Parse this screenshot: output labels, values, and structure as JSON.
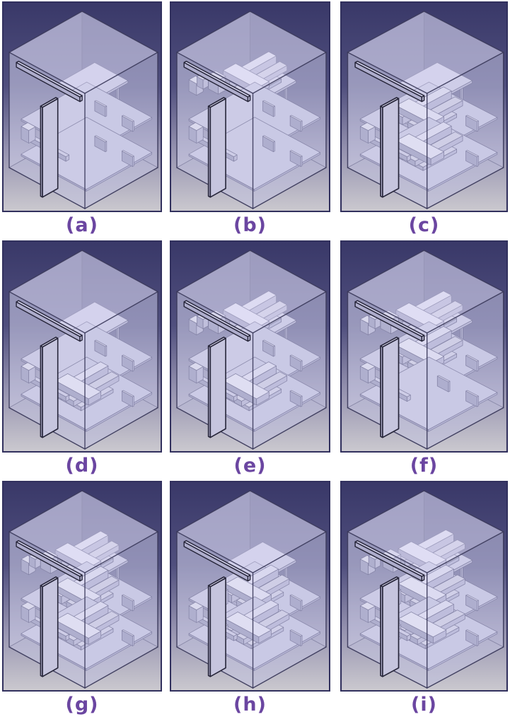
{
  "figure": {
    "type": "cad-isometric-renders",
    "description": "3x3 grid of transparent CAD enclosure renders showing different machine-module placement configurations on top, middle and bottom shelves",
    "panels": [
      {
        "id": "a",
        "label": "(a)",
        "modules": {
          "top": false,
          "middle": false,
          "bottom": false
        },
        "variant": 1
      },
      {
        "id": "b",
        "label": "(b)",
        "modules": {
          "top": true,
          "middle": false,
          "bottom": false
        },
        "variant": 1
      },
      {
        "id": "c",
        "label": "(c)",
        "modules": {
          "top": false,
          "middle": true,
          "bottom": true
        },
        "variant": 1
      },
      {
        "id": "d",
        "label": "(d)",
        "modules": {
          "top": false,
          "middle": false,
          "bottom": true
        },
        "variant": 1
      },
      {
        "id": "e",
        "label": "(e)",
        "modules": {
          "top": true,
          "middle": false,
          "bottom": true
        },
        "variant": 1
      },
      {
        "id": "f",
        "label": "(f)",
        "modules": {
          "top": true,
          "middle": true,
          "bottom": false
        },
        "variant": 1
      },
      {
        "id": "g",
        "label": "(g)",
        "modules": {
          "top": true,
          "middle": true,
          "bottom": true
        },
        "variant": 1
      },
      {
        "id": "h",
        "label": "(h)",
        "modules": {
          "top": false,
          "middle": true,
          "bottom": true
        },
        "variant": 2
      },
      {
        "id": "i",
        "label": "(i)",
        "modules": {
          "top": true,
          "middle": true,
          "bottom": true
        },
        "variant": 2
      }
    ],
    "colors": {
      "label": "#6b46a1",
      "background_top": "#393868",
      "background_mid": "#504f7e",
      "background_light": "#9491af",
      "background_bottom": "#cbc9cf",
      "panel_border": "#32315e",
      "model_face": "#b7b6d8",
      "model_face_light": "#d8d7ec",
      "model_face_dark": "#a5a4c6",
      "model_edge": "#3a395a",
      "outline_dark": "#262539"
    }
  }
}
